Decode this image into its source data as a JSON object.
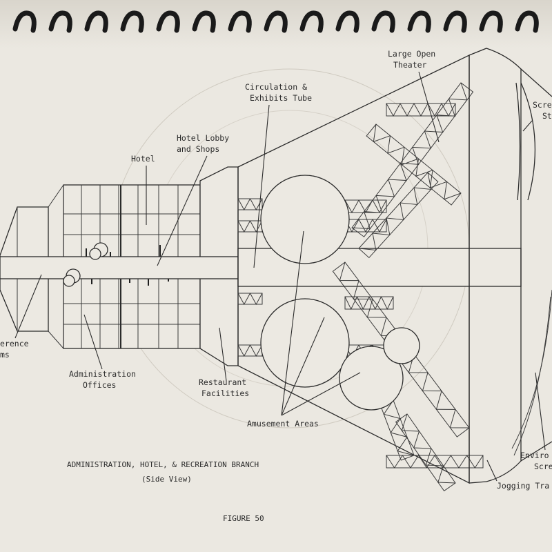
{
  "labels": {
    "large_open_theater": [
      "Large Open",
      "Theater"
    ],
    "circulation": [
      "Circulation &",
      "Exhibits Tube"
    ],
    "hotel_lobby": [
      "Hotel Lobby",
      "and Shops"
    ],
    "hotel": "Hotel",
    "screen_st": [
      "Scre",
      "St"
    ],
    "conference": [
      "erence",
      "ms"
    ],
    "administration": [
      "Administration",
      "Offices"
    ],
    "restaurant": [
      "Restaurant",
      "Facilities"
    ],
    "amusement": "Amusement Areas",
    "environ": [
      "Enviro",
      "Scre"
    ],
    "jogging": "Jogging Tra"
  },
  "caption": {
    "title": "ADMINISTRATION, HOTEL, & RECREATION BRANCH",
    "subtitle": "(Side View)",
    "figure": "FIGURE  50"
  },
  "colors": {
    "paper": "#ebe8e1",
    "ink": "#2b2b2b",
    "spiral": "#1a1a1a"
  }
}
